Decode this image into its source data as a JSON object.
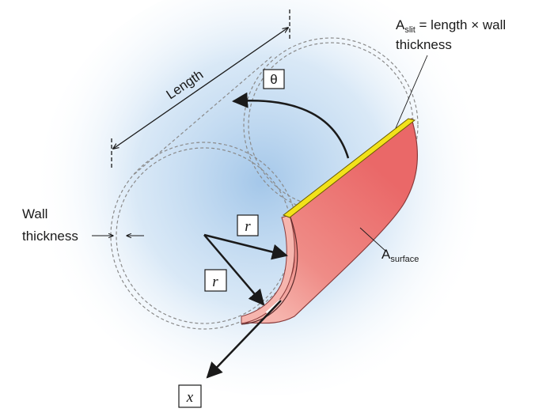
{
  "labels": {
    "length": "Length",
    "theta": "θ",
    "a_slit_main": "A",
    "a_slit_sub": "slit",
    "a_slit_eq": " = length × wall",
    "a_slit_line2": "thickness",
    "wall_line1": "Wall",
    "wall_line2": "thickness",
    "r_upper": "r",
    "r_lower": "r",
    "a_surface_main": "A",
    "a_surface_sub": "surface",
    "x_axis": "x"
  },
  "colors": {
    "surface_fill": "#ef7f7f",
    "surface_light": "#f6b5ae",
    "slit_fill": "#f2e21a",
    "glow": "#9fc4e8",
    "line": "#1a1a1a",
    "dashed": "#888888"
  }
}
